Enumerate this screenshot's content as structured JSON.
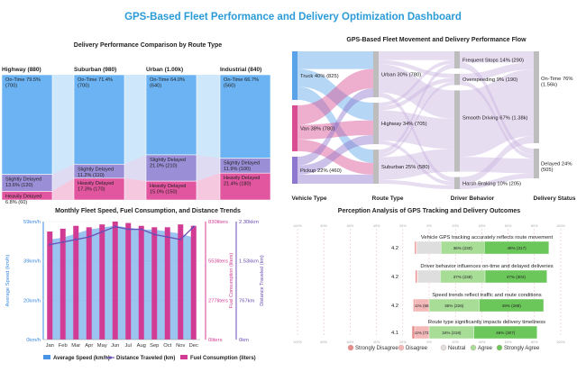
{
  "dashboard_title": "GPS-Based Fleet Performance and Delivery Optimization Dashboard",
  "chart_data": [
    {
      "type": "bar",
      "subtype": "stacked-mosaic",
      "title": "Delivery Performance Comparison by Route Type",
      "categories": [
        "Highway (880)",
        "Suburban (980)",
        "Urban (1.00k)",
        "Industrial (840)"
      ],
      "series": [
        {
          "name": "On-Time",
          "color": "#6bb3f2",
          "labels": [
            "On-Time 79.5%\n(700)",
            "On-Time 71.4%\n(700)",
            "On-Time 64.0%\n(640)",
            "On-Time 66.7%\n(560)"
          ],
          "values": [
            700,
            700,
            640,
            560
          ]
        },
        {
          "name": "Slightly Delayed",
          "color": "#9a8ed6",
          "labels": [
            "Slightly Delayed\n13.6% (120)",
            "Slightly Delayed\n11.2% (110)",
            "Slightly Delayed\n21.0% (210)",
            "Slightly Delayed\n11.9% (100)"
          ],
          "values": [
            120,
            110,
            210,
            100
          ]
        },
        {
          "name": "Heavily Delayed",
          "color": "#e2559f",
          "labels": [
            "Heavily Delayed\n6.8% (60)",
            "Heavily Delayed\n17.3% (170)",
            "Heavily Delayed\n15.0% (150)",
            "Heavily Delayed\n21.4% (180)"
          ],
          "values": [
            60,
            170,
            150,
            180
          ]
        }
      ]
    },
    {
      "type": "sankey",
      "title": "GPS-Based Fleet Movement and Delivery Performance Flow",
      "stages": [
        "Vehicle Type",
        "Route Type",
        "Driver Behavior",
        "Delivery Status"
      ],
      "nodes": [
        {
          "id": "truck",
          "label": "Truck 40% (825)",
          "stage": 0,
          "value": 825,
          "color": "#5aa3e8"
        },
        {
          "id": "van",
          "label": "Van 38% (780)",
          "stage": 0,
          "value": 780,
          "color": "#d94d93"
        },
        {
          "id": "pickup",
          "label": "Pickup 22% (460)",
          "stage": 0,
          "value": 460,
          "color": "#8e78cf"
        },
        {
          "id": "urban",
          "label": "Urban 30% (780)",
          "stage": 1,
          "value": 780,
          "color": "#bdbdbd"
        },
        {
          "id": "highway",
          "label": "Highway 34% (705)",
          "stage": 1,
          "value": 705,
          "color": "#bdbdbd"
        },
        {
          "id": "suburban",
          "label": "Suburban 25% (580)",
          "stage": 1,
          "value": 580,
          "color": "#bdbdbd"
        },
        {
          "id": "frequent",
          "label": "Frequent Stops 14% (290)",
          "stage": 2,
          "value": 290,
          "color": "#bdbdbd"
        },
        {
          "id": "overspeed",
          "label": "Overspeeding 9% (190)",
          "stage": 2,
          "value": 190,
          "color": "#bdbdbd"
        },
        {
          "id": "smooth",
          "label": "Smooth Driving 67% (1.38k)",
          "stage": 2,
          "value": 1380,
          "color": "#bdbdbd"
        },
        {
          "id": "harsh",
          "label": "Harsh Braking 10% (205)",
          "stage": 2,
          "value": 205,
          "color": "#bdbdbd"
        },
        {
          "id": "ontime",
          "label": "On-Time 76%\n(1.56k)",
          "stage": 3,
          "value": 1560,
          "color": "#bdbdbd"
        },
        {
          "id": "delayed",
          "label": "Delayed 24%\n(505)",
          "stage": 3,
          "value": 505,
          "color": "#bdbdbd"
        }
      ],
      "links": [
        {
          "source": "truck",
          "target": "urban",
          "value": 300
        },
        {
          "source": "truck",
          "target": "highway",
          "value": 300
        },
        {
          "source": "truck",
          "target": "suburban",
          "value": 225
        },
        {
          "source": "van",
          "target": "urban",
          "value": 330
        },
        {
          "source": "van",
          "target": "highway",
          "value": 250
        },
        {
          "source": "van",
          "target": "suburban",
          "value": 200
        },
        {
          "source": "pickup",
          "target": "urban",
          "value": 150
        },
        {
          "source": "pickup",
          "target": "highway",
          "value": 155
        },
        {
          "source": "pickup",
          "target": "suburban",
          "value": 155
        },
        {
          "source": "urban",
          "target": "frequent",
          "value": 150
        },
        {
          "source": "urban",
          "target": "overspeed",
          "value": 70
        },
        {
          "source": "urban",
          "target": "smooth",
          "value": 480
        },
        {
          "source": "urban",
          "target": "harsh",
          "value": 80
        },
        {
          "source": "highway",
          "target": "frequent",
          "value": 60
        },
        {
          "source": "highway",
          "target": "overspeed",
          "value": 70
        },
        {
          "source": "highway",
          "target": "smooth",
          "value": 515
        },
        {
          "source": "highway",
          "target": "harsh",
          "value": 60
        },
        {
          "source": "suburban",
          "target": "frequent",
          "value": 80
        },
        {
          "source": "suburban",
          "target": "overspeed",
          "value": 50
        },
        {
          "source": "suburban",
          "target": "smooth",
          "value": 385
        },
        {
          "source": "suburban",
          "target": "harsh",
          "value": 65
        },
        {
          "source": "frequent",
          "target": "ontime",
          "value": 190
        },
        {
          "source": "frequent",
          "target": "delayed",
          "value": 100
        },
        {
          "source": "overspeed",
          "target": "ontime",
          "value": 120
        },
        {
          "source": "overspeed",
          "target": "delayed",
          "value": 70
        },
        {
          "source": "smooth",
          "target": "ontime",
          "value": 1130
        },
        {
          "source": "smooth",
          "target": "delayed",
          "value": 250
        },
        {
          "source": "harsh",
          "target": "ontime",
          "value": 120
        },
        {
          "source": "harsh",
          "target": "delayed",
          "value": 85
        }
      ]
    },
    {
      "type": "bar",
      "subtype": "combo-area-bar-line",
      "title": "Monthly Fleet Speed, Fuel Consumption, and Distance Trends",
      "categories": [
        "Jan",
        "Feb",
        "Mar",
        "Apr",
        "May",
        "Jun",
        "Jul",
        "Aug",
        "Sep",
        "Oct",
        "Nov",
        "Dec"
      ],
      "axes": {
        "left": {
          "label": "Average Speed (km/h)",
          "ticks": [
            "0km/h",
            "20km/h",
            "39km/h",
            "59km/h"
          ],
          "max": 59,
          "color": "#3d8be0"
        },
        "right1": {
          "label": "Fuel Consumption (liters)",
          "ticks": [
            "0liters",
            "277liters",
            "553liters",
            "830liters"
          ],
          "max": 830,
          "color": "#d13b94"
        },
        "right2": {
          "label": "Distance Traveled (km)",
          "ticks": [
            "0km",
            "767km",
            "1.53kkm",
            "2.30kkm"
          ],
          "max": 2300,
          "color": "#6a4fb5"
        }
      },
      "series": [
        {
          "name": "Average Speed (km/h)",
          "kind": "area",
          "axis": "left",
          "color": "#4a94e6",
          "values": [
            50,
            51,
            53,
            55,
            56,
            57,
            56,
            55,
            55,
            54,
            53,
            51
          ]
        },
        {
          "name": "Distance Traveled (km)",
          "kind": "line",
          "axis": "right2",
          "color": "#6a4fb5",
          "values": [
            1850,
            1900,
            1950,
            2000,
            2100,
            2200,
            2150,
            2150,
            2050,
            2000,
            1950,
            2200
          ]
        },
        {
          "name": "Fuel Consumption (liters)",
          "kind": "bar",
          "axis": "right1",
          "color": "#d13b94",
          "values": [
            760,
            780,
            800,
            790,
            810,
            830,
            820,
            800,
            790,
            790,
            810,
            800
          ]
        }
      ]
    },
    {
      "type": "bar",
      "subtype": "diverging-likert",
      "title": "Perception Analysis of GPS Tracking and Delivery Outcomes",
      "scale_labels": [
        "100%",
        "80%",
        "60%",
        "40%",
        "20%",
        "0%",
        "20%",
        "40%",
        "60%",
        "80%",
        "100%"
      ],
      "legend": [
        "Strongly Disagree",
        "Disagree",
        "Neutral",
        "Agree",
        "Strongly Agree"
      ],
      "colors": {
        "Strongly Disagree": "#e88b8b",
        "Disagree": "#f3b9b9",
        "Neutral": "#dedede",
        "Agree": "#a8dd98",
        "Strongly Agree": "#6cc75a"
      },
      "items": [
        {
          "question": "Vehicle GPS tracking accurately reflects route movement",
          "mean": "4.2",
          "percents": [
            1,
            1,
            18,
            33,
            49
          ],
          "labels": [
            "",
            "",
            "",
            "36% (230)",
            "49% (317)"
          ]
        },
        {
          "question": "Driver behavior influences on-time and delayed deliveries",
          "mean": "4.2",
          "percents": [
            1,
            1,
            17,
            34,
            47
          ],
          "labels": [
            "",
            "",
            "",
            "37% (238)",
            "47% (304)"
          ]
        },
        {
          "question": "Speed trends reflect traffic and route conditions",
          "mean": "4.2",
          "percents": [
            1,
            11,
            0,
            38,
            49
          ],
          "labels": [
            "",
            "11% (68)",
            "",
            "36% (226)",
            "49% (288)"
          ]
        },
        {
          "question": "Route type significantly impacts delivery timeliness",
          "mean": "4.1",
          "percents": [
            2,
            11,
            0,
            34,
            48
          ],
          "labels": [
            "",
            "11% (72)",
            "",
            "34% (218)",
            "48% (307)"
          ]
        }
      ]
    }
  ]
}
